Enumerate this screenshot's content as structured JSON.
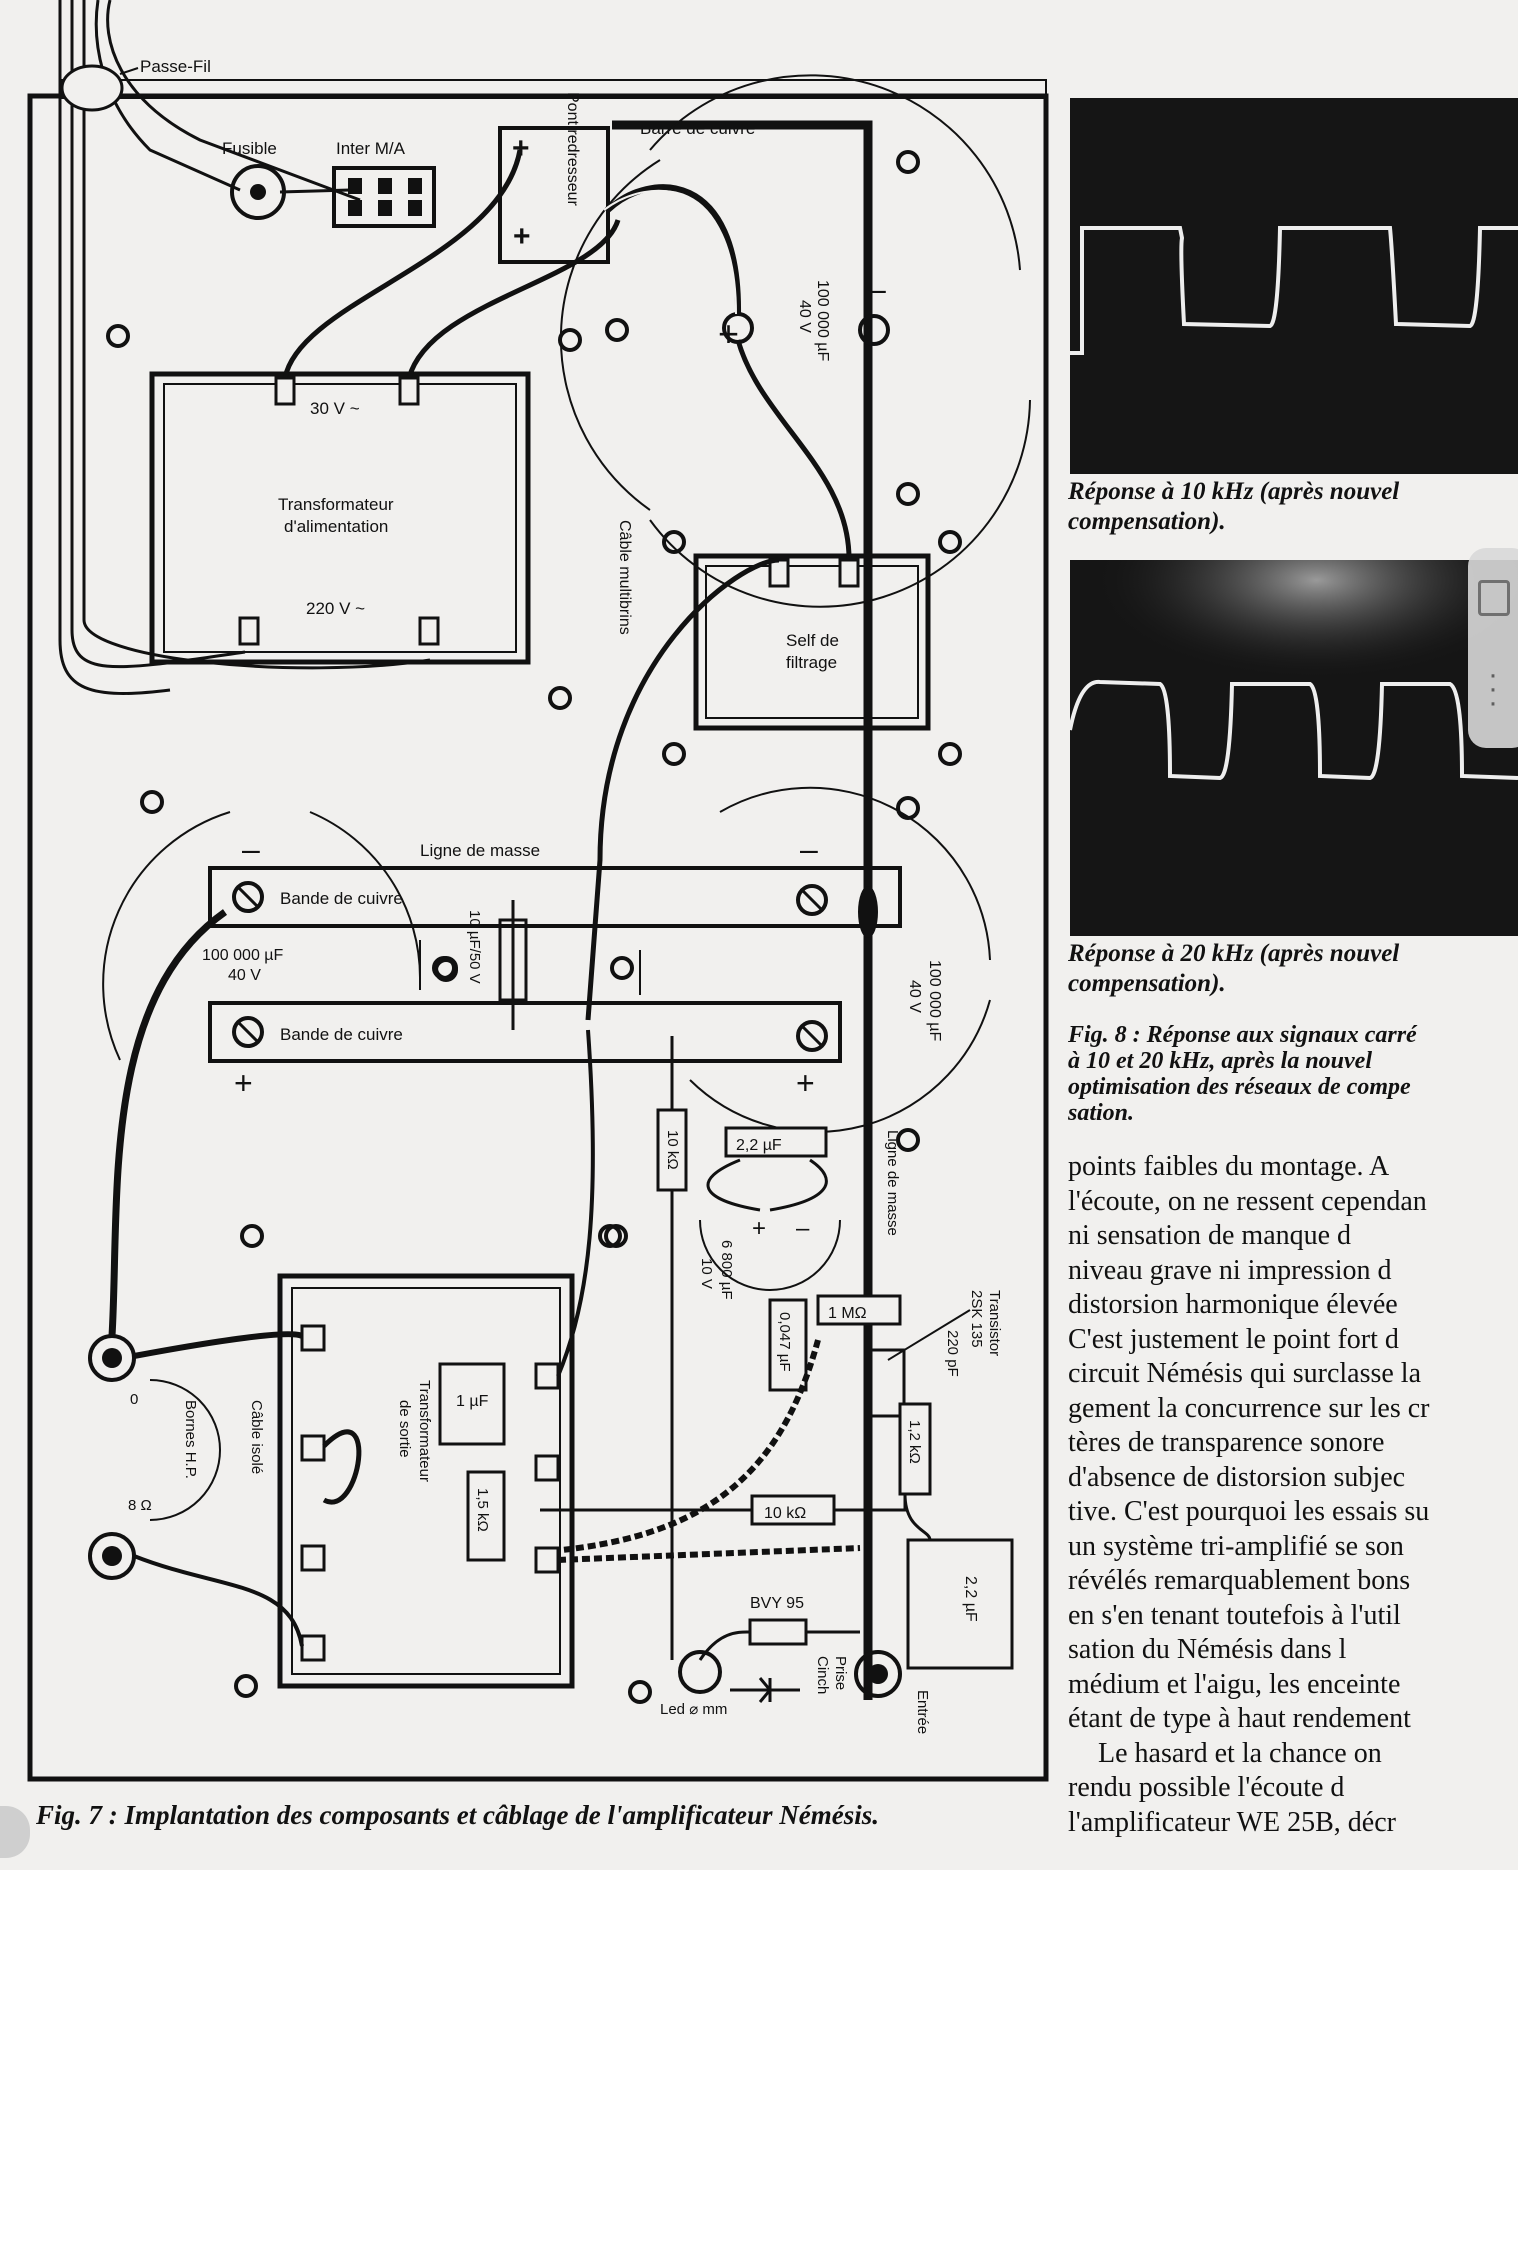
{
  "diagram": {
    "labels": {
      "passe_fil": "Passe-Fil",
      "fusible": "Fusible",
      "inter": "Inter M/A",
      "pont": "Pont redresseur",
      "barre": "Barre de cuivre",
      "cap_top_a": "100 000 µF",
      "cap_top_b": "40 V",
      "v30": "30 V ~",
      "transfo_a": "Transformateur",
      "transfo_b": "d'alimentation",
      "v220": "220 V ~",
      "cable_multi": "Câble multibrins",
      "self_a": "Self de",
      "self_b": "filtrage",
      "ligne_masse": "Ligne de masse",
      "bande1": "Bande de cuivre",
      "bande2": "Bande de cuivre",
      "cap_left_a": "100 000 µF",
      "cap_left_b": "40 V",
      "cap10": "10 µF/50 V",
      "cap_right_a": "100 000 µF",
      "cap_right_b": "40 V",
      "r10k_v": "10 kΩ",
      "c22": "2,2 µF",
      "ligne_masse2": "Ligne de masse",
      "c6800_a": "6 800 µF",
      "c6800_b": "10 V",
      "r1m": "1 MΩ",
      "c047": "0,047 µF",
      "transistor_a": "Transistor",
      "transistor_b": "2SK 135",
      "c220p": "220 pF",
      "r12k": "1,2 kΩ",
      "r10k_h": "10 kΩ",
      "c22big": "2,2 µF",
      "bornes": "Bornes H.P.",
      "zero": "0",
      "eight": "8 Ω",
      "cable_isole": "Câble isolé",
      "transfo_s_a": "Transformateur",
      "transfo_s_b": "de sortie",
      "c1": "1 µF",
      "r15k": "1,5 kΩ",
      "bvy": "BVY 95",
      "led": "Led ⌀ mm",
      "prise_a": "Prise",
      "prise_b": "Cinch",
      "entree": "Entrée",
      "minus": "–",
      "plus": "+"
    },
    "caption": "Fig. 7 : Implantation des composants et câblage de l'amplificateur Némésis."
  },
  "right": {
    "cap1_a": "Réponse à 10 kHz (après nouvel",
    "cap1_b": "compensation).",
    "cap2_a": "Réponse à 20 kHz (après nouvel",
    "cap2_b": "compensation).",
    "fig8": [
      "Fig. 8 : Réponse aux signaux carré",
      "à 10 et 20 kHz, après la nouvel",
      "optimisation des réseaux de compe",
      "sation."
    ],
    "body": [
      "points faibles du montage. A",
      "l'écoute, on ne ressent cependan",
      "ni sensation de manque d",
      "niveau grave ni impression d",
      "distorsion harmonique élevée",
      "C'est justement le point fort d",
      "circuit Némésis qui surclasse la",
      "gement la concurrence sur les cr",
      "tères de transparence sonore",
      "d'absence de distorsion subjec",
      "tive. C'est pourquoi les essais su",
      "un système tri-amplifié se son",
      "révélés remarquablement bons",
      "en s'en tenant toutefois à l'util",
      "sation du Némésis dans l",
      "médium et l'aigu, les enceinte",
      "étant de type à haut rendement",
      "Le hasard et la chance on",
      "rendu possible l'écoute d",
      "l'amplificateur WE 25B, décr"
    ]
  },
  "colors": {
    "ink": "#111111",
    "paper": "#f1f0ee",
    "scope": "#151515",
    "trace": "#eeeeee"
  }
}
